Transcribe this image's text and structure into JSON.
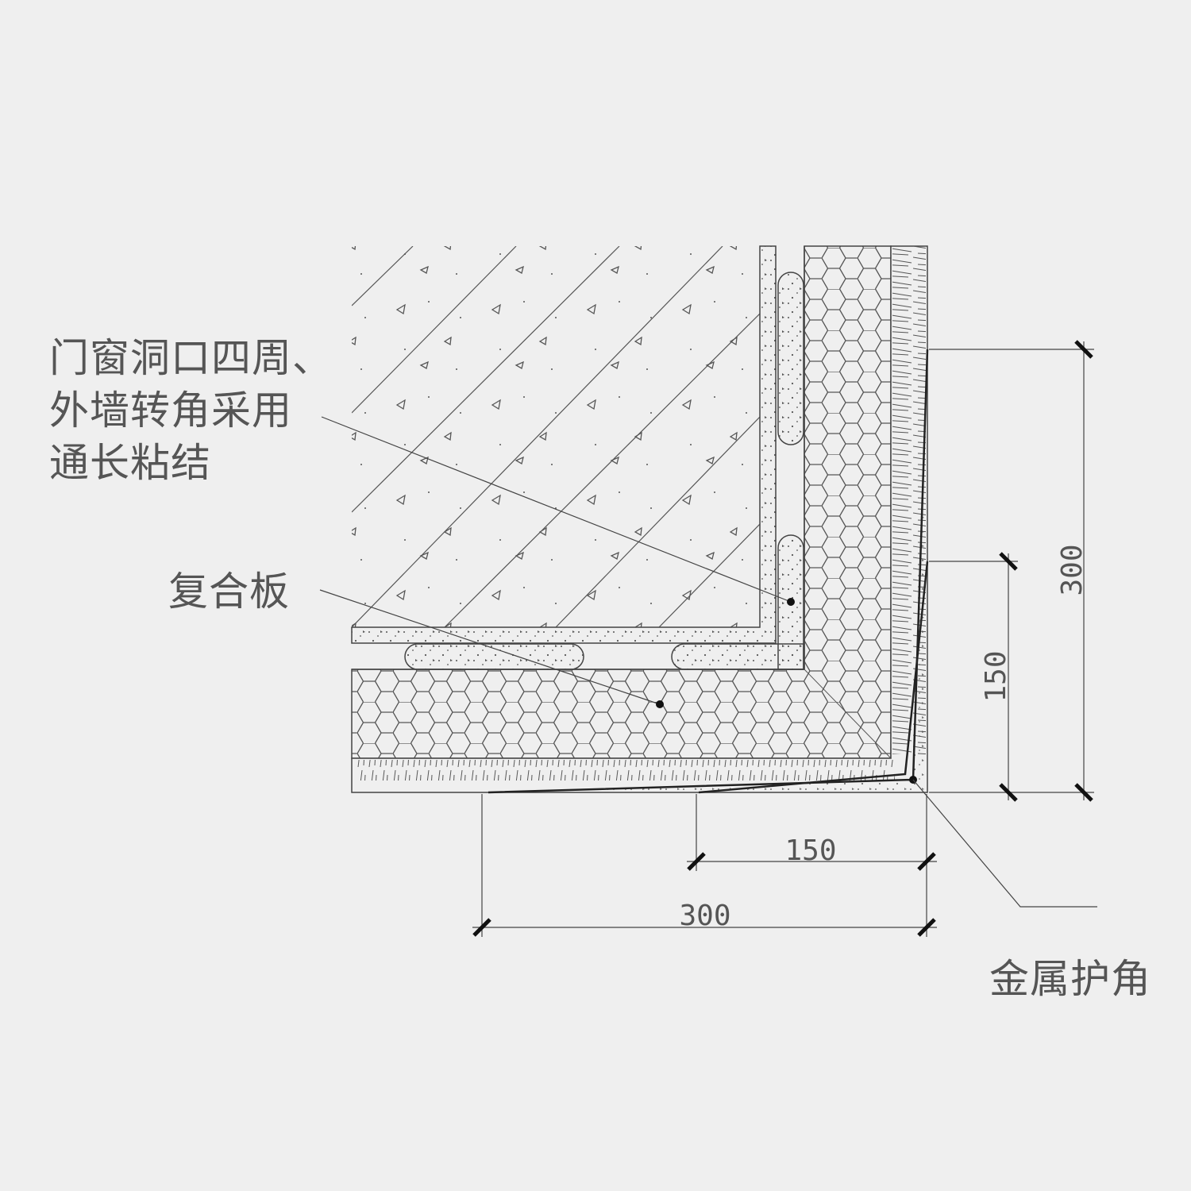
{
  "labels": {
    "adhesive_note": [
      "门窗洞口四周、",
      "外墙转角采用",
      "通长粘结"
    ],
    "composite_board": "复合板",
    "metal_corner": "金属护角"
  },
  "dimensions": {
    "right_outer": "300",
    "right_inner": "150",
    "bottom_inner": "150",
    "bottom_outer": "300"
  },
  "colors": {
    "background": "#efefef",
    "line": "#444444",
    "text": "#555555"
  }
}
